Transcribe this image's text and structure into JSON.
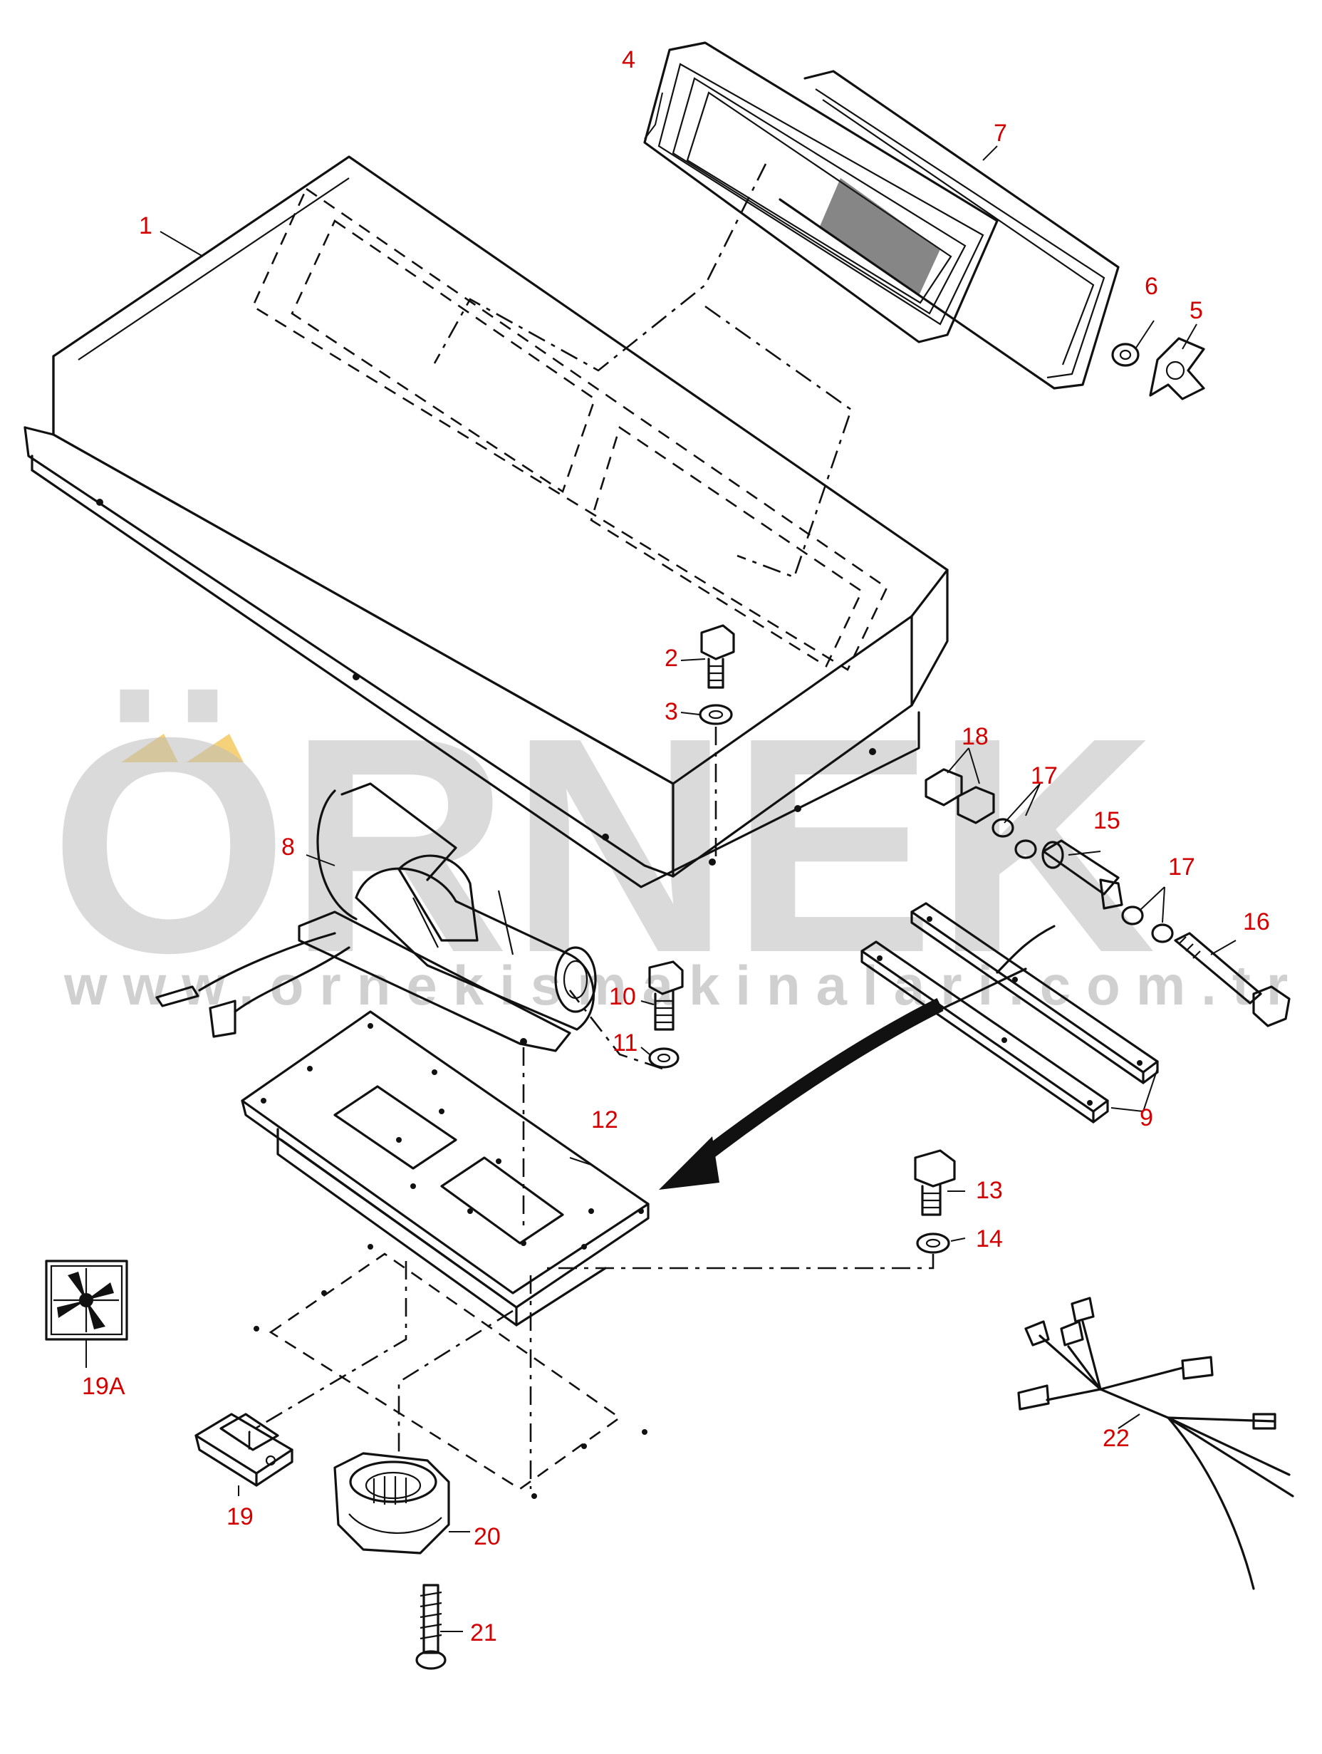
{
  "watermark": {
    "brand": "ÖRNEK",
    "website": "www.ornekismakinalari.com.tr",
    "accent_color": "#f5d27a",
    "text_color": "#bdbdbd"
  },
  "callout_color": "#d40000",
  "callouts": {
    "c1": "1",
    "c2": "2",
    "c3": "3",
    "c4": "4",
    "c5": "5",
    "c6": "6",
    "c7": "7",
    "c8": "8",
    "c9": "9",
    "c10": "10",
    "c11": "11",
    "c12": "12",
    "c13": "13",
    "c14": "14",
    "c15": "15",
    "c16": "16",
    "c17a": "17",
    "c17b": "17",
    "c18": "18",
    "c19": "19",
    "c19a": "19A",
    "c20": "20",
    "c21": "21",
    "c22": "22"
  }
}
